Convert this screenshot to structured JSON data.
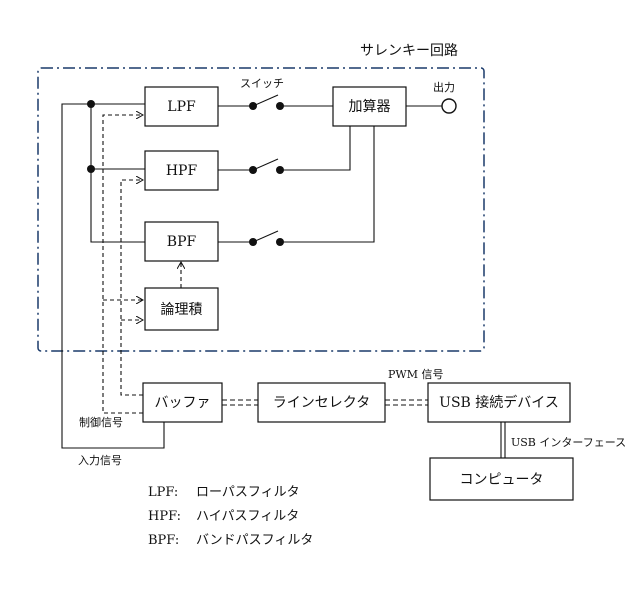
{
  "title": "サレンキー回路",
  "blocks": {
    "lpf": "LPF",
    "hpf": "HPF",
    "bpf": "BPF",
    "and": "論理積",
    "adder": "加算器",
    "buffer": "バッファ",
    "line_selector": "ラインセレクタ",
    "usb_device": "USB 接続デバイス",
    "computer": "コンピュータ"
  },
  "labels": {
    "switch": "スイッチ",
    "output": "出力",
    "pwm_signal": "PWM 信号",
    "control_signal": "制御信号",
    "input_signal": "入力信号",
    "usb_interface": "USB インターフェース"
  },
  "legend": [
    {
      "abbr": "LPF:",
      "desc": "ローパスフィルタ"
    },
    {
      "abbr": "HPF:",
      "desc": "ハイパスフィルタ"
    },
    {
      "abbr": "BPF:",
      "desc": "バンドパスフィルタ"
    }
  ]
}
